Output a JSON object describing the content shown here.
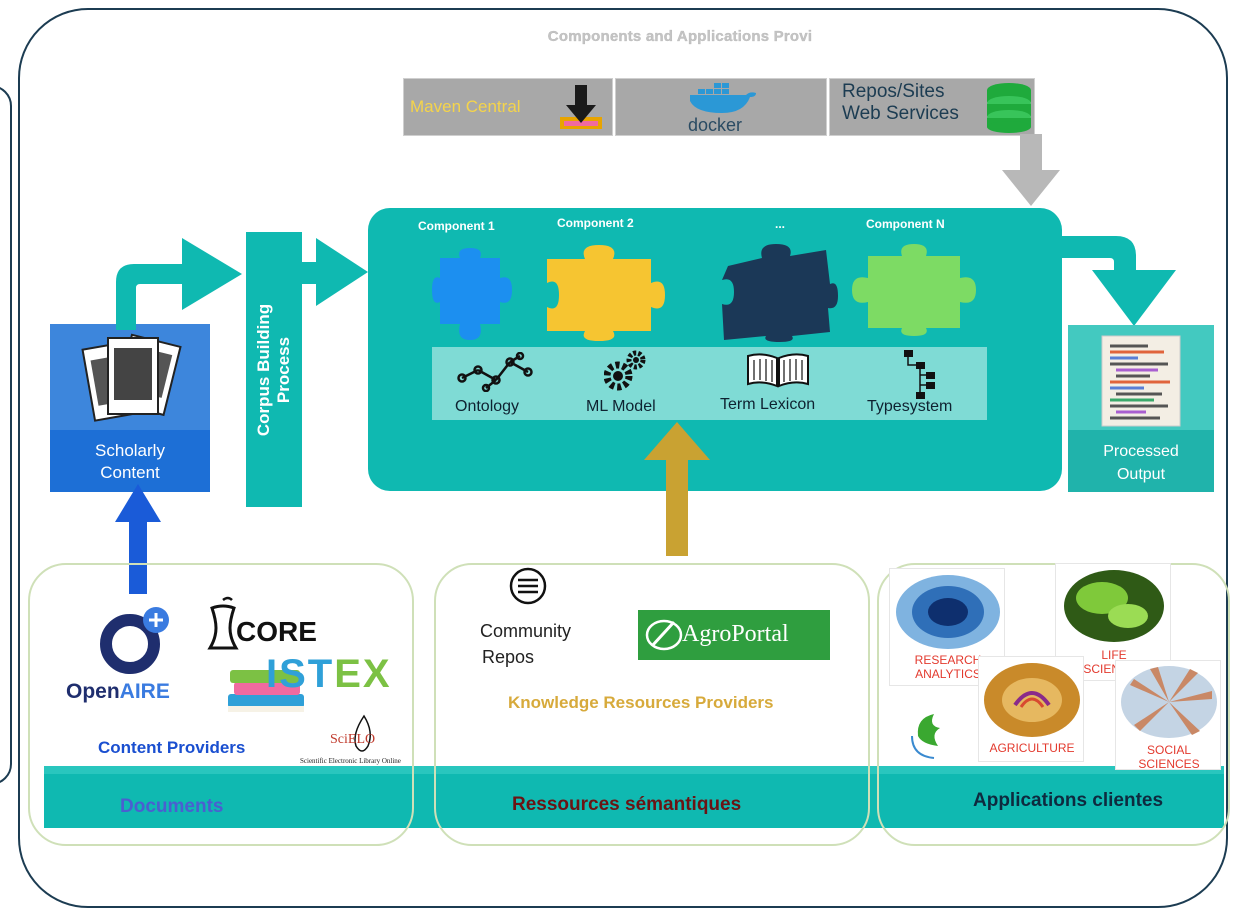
{
  "title": "Components and Applications Provi",
  "providers": {
    "maven": "Maven Central",
    "docker": "docker",
    "repos_line1": "Repos/Sites",
    "repos_line2": "Web Services"
  },
  "components": [
    "Component 1",
    "Component 2",
    "...",
    "Component N"
  ],
  "resources": [
    "Ontology",
    "ML Model",
    "Term Lexicon",
    "Typesystem"
  ],
  "corpus": {
    "line1": "Corpus Building",
    "line2": "Process"
  },
  "scholarly": {
    "line1": "Scholarly",
    "line2": "Content"
  },
  "processed": {
    "line1": "Processed",
    "line2": "Output"
  },
  "content_providers": {
    "openaire_prefix": "Open",
    "openaire_suffix": "AIRE",
    "core": "CORE",
    "istex_a": "IST",
    "istex_b": "EX",
    "scielo": "SciELO",
    "scielo_sub": "Scientific Electronic Library Online",
    "title": "Content Providers"
  },
  "knowledge": {
    "community_line1": "Community",
    "community_line2": "Repos",
    "agroportal": "AgroPortal",
    "title": "Knowledge Resources Providers"
  },
  "applications": {
    "research_line1": "RESEARCH",
    "research_line2": "ANALYTICS",
    "life_line1": "LIFE",
    "life_line2": "SCIENCES",
    "agriculture": "AGRICULTURE",
    "social_line1": "SOCIAL",
    "social_line2": "SCIENCES"
  },
  "bands": {
    "documents": "Documents",
    "ressources": "Ressources sémantiques",
    "applications": "Applications clientes"
  },
  "colors": {
    "teal": "#0fb9b1",
    "frame": "#1c3c52",
    "docs_band": "#4a5fd0",
    "res_band": "#6b1414",
    "app_band": "#0e2a3f",
    "content_title": "#1a4fd0",
    "knowledge_title": "#d7aa3b",
    "gold_arrow": "#c9a232",
    "blue_arrow": "#1a5bd8"
  },
  "icons": [
    "maven-download-icon",
    "docker-whale-icon",
    "database-icon",
    "puzzle-piece-icon",
    "ontology-graph-icon",
    "gears-icon",
    "book-icon",
    "tree-hierarchy-icon",
    "document-stack-icon",
    "code-document-icon",
    "openaire-logo-icon",
    "core-apple-icon",
    "istex-books-icon",
    "scielo-logo-icon",
    "community-repos-icon",
    "agroportal-logo-icon"
  ]
}
